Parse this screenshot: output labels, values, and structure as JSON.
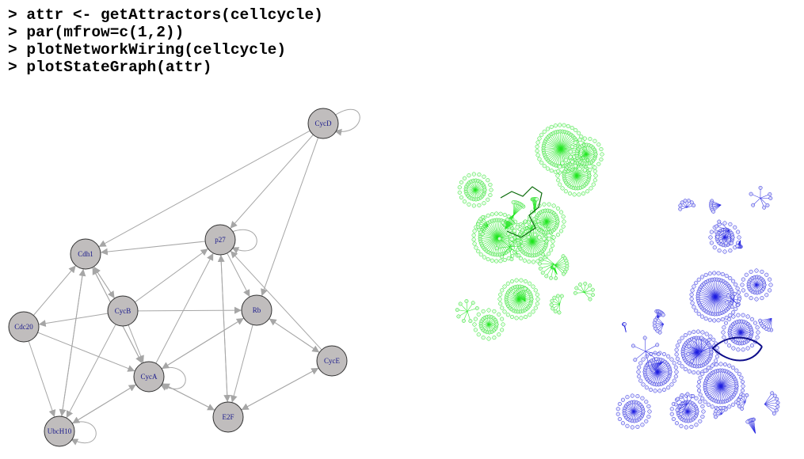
{
  "code": {
    "lines": [
      "> attr <- getAttractors(cellcycle)",
      "> par(mfrow=c(1,2))",
      "> plotNetworkWiring(cellcycle)",
      "> plotStateGraph(attr)"
    ]
  },
  "network_wiring": {
    "nodes": [
      {
        "id": "CycD",
        "label": "CycD"
      },
      {
        "id": "p27",
        "label": "p27"
      },
      {
        "id": "Cdh1",
        "label": "Cdh1"
      },
      {
        "id": "CycB",
        "label": "CycB"
      },
      {
        "id": "Rb",
        "label": "Rb"
      },
      {
        "id": "Cdc20",
        "label": "Cdc20"
      },
      {
        "id": "CycA",
        "label": "CycA"
      },
      {
        "id": "CycE",
        "label": "CycE"
      },
      {
        "id": "UbcH10",
        "label": "UbcH10"
      },
      {
        "id": "E2F",
        "label": "E2F"
      }
    ],
    "edges": [
      [
        "CycD",
        "p27"
      ],
      [
        "CycD",
        "Cdh1"
      ],
      [
        "CycD",
        "Rb"
      ],
      [
        "p27",
        "Cdh1"
      ],
      [
        "p27",
        "Rb"
      ],
      [
        "p27",
        "E2F"
      ],
      [
        "CycB",
        "p27"
      ],
      [
        "CycB",
        "Rb"
      ],
      [
        "CycB",
        "Cdh1"
      ],
      [
        "CycB",
        "Cdc20"
      ],
      [
        "CycB",
        "CycA"
      ],
      [
        "CycB",
        "UbcH10"
      ],
      [
        "Cdh1",
        "CycB"
      ],
      [
        "Cdh1",
        "UbcH10"
      ],
      [
        "Cdh1",
        "CycA"
      ],
      [
        "Cdc20",
        "Cdh1"
      ],
      [
        "Cdc20",
        "CycA"
      ],
      [
        "Cdc20",
        "UbcH10"
      ],
      [
        "CycA",
        "p27"
      ],
      [
        "CycA",
        "Rb"
      ],
      [
        "CycA",
        "E2F"
      ],
      [
        "CycA",
        "UbcH10"
      ],
      [
        "CycA",
        "Cdh1"
      ],
      [
        "Rb",
        "CycE"
      ],
      [
        "Rb",
        "E2F"
      ],
      [
        "Rb",
        "CycA"
      ],
      [
        "E2F",
        "CycA"
      ],
      [
        "E2F",
        "CycE"
      ],
      [
        "E2F",
        "p27"
      ],
      [
        "CycE",
        "Rb"
      ],
      [
        "CycE",
        "E2F"
      ],
      [
        "CycE",
        "p27"
      ],
      [
        "UbcH10",
        "CycA"
      ],
      [
        "UbcH10",
        "Cdh1"
      ]
    ],
    "self_loops": [
      "CycD",
      "p27",
      "CycA",
      "UbcH10"
    ],
    "colors": {
      "node_fill": "#c0bdbd",
      "edge": "#a6a6a6",
      "label": "#1a1a8c"
    }
  },
  "state_graph": {
    "attractors": [
      {
        "name": "green",
        "color": "#1fe61f"
      },
      {
        "name": "blue",
        "color": "#1f1fe0"
      }
    ]
  }
}
